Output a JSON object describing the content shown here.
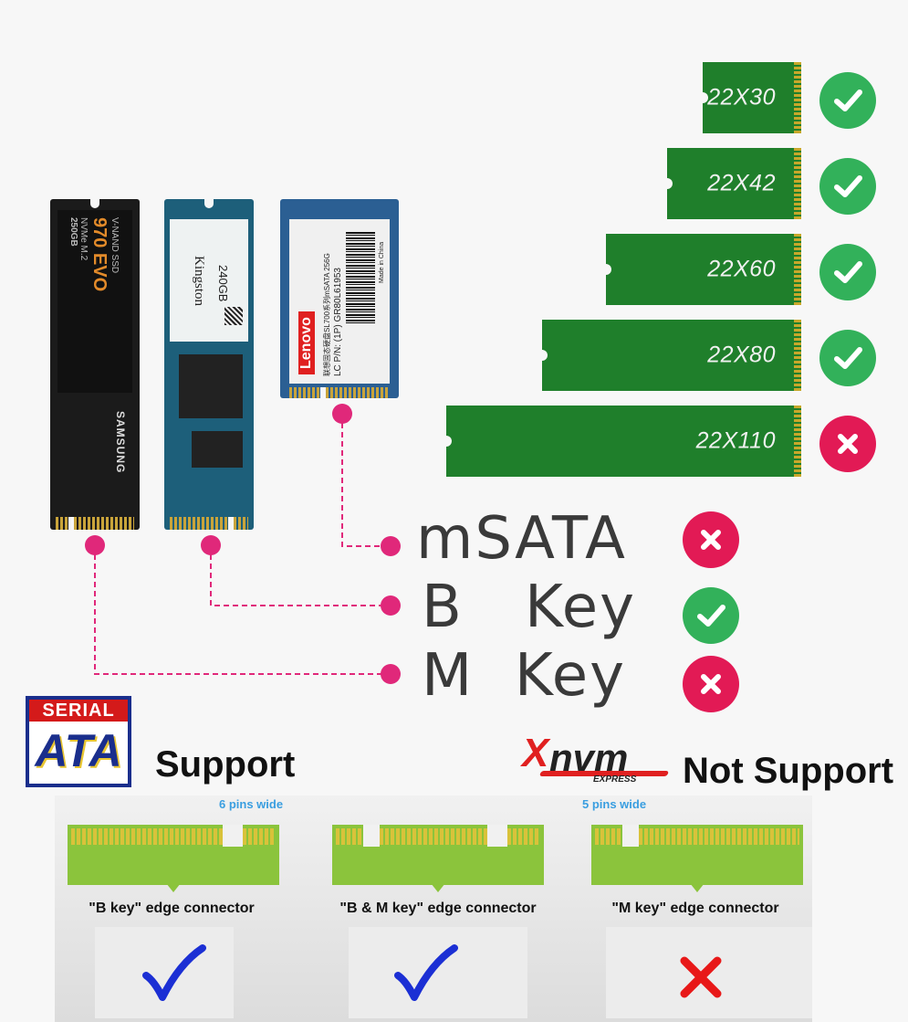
{
  "sizes": [
    {
      "label": "22X30",
      "supported": true
    },
    {
      "label": "22X42",
      "supported": true
    },
    {
      "label": "22X60",
      "supported": true
    },
    {
      "label": "22X80",
      "supported": true
    },
    {
      "label": "22X110",
      "supported": false
    }
  ],
  "interfaces": [
    {
      "label": "mSATA",
      "supported": false
    },
    {
      "label": "B   Key",
      "supported": true
    },
    {
      "label": "M  Key",
      "supported": false
    }
  ],
  "ssd_text": {
    "samsung_top": "V-NAND SSD",
    "samsung_model": "970 EVO",
    "samsung_sub": "NVMe M.2",
    "samsung_cap": "250GB",
    "samsung_brand": "SAMSUNG",
    "kingston_brand": "Kingston",
    "kingston_cap": "240GB",
    "lenovo_brand": "Lenovo",
    "lenovo_model": "联想固态硬盘SL700系列mSATA 256G",
    "lenovo_pn": "LC P/N: (1P) GR80L61953",
    "lenovo_made": "Made in China"
  },
  "logos": {
    "sata_top": "SERIAL",
    "sata_main": "ATA",
    "nvm_main": "nvm",
    "nvm_sub": "EXPRESS"
  },
  "support_label": "Support",
  "not_support_label": "Not Support",
  "connectors": [
    {
      "label": "\"B key\" edge connector",
      "note": "6 pins wide",
      "supported": true
    },
    {
      "label": "\"B & M key\" edge connector",
      "note": "",
      "supported": true
    },
    {
      "label": "\"M key\" edge connector",
      "note": "5 pins wide",
      "supported": false
    }
  ],
  "colors": {
    "stick_green": "#1f7f2b",
    "ok_green": "#32b15a",
    "no_red": "#e21a55",
    "pink_line": "#e0287a",
    "connector_green": "#8bc43c",
    "gold_pins": "#d9c23a",
    "check_blue": "#1b2fd4",
    "cross_red": "#e81818"
  }
}
